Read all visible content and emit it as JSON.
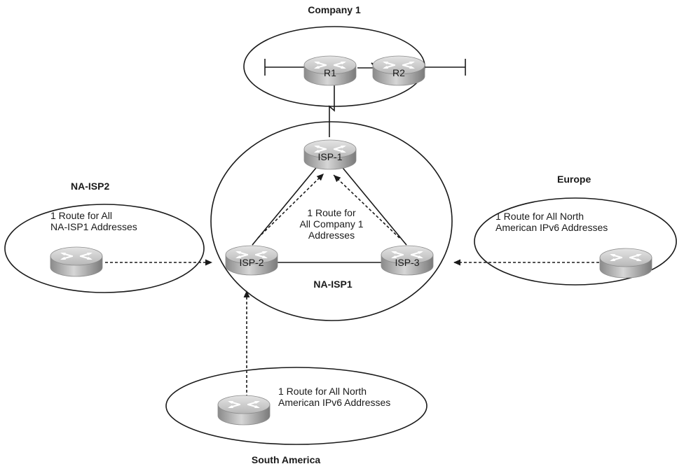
{
  "regions": {
    "company1": "Company 1",
    "na_isp2": "NA-ISP2",
    "europe": "Europe",
    "na_isp1": "NA-ISP1",
    "south_america": "South America"
  },
  "routers": {
    "r1": "R1",
    "r2": "R2",
    "isp1": "ISP-1",
    "isp2": "ISP-2",
    "isp3": "ISP-3"
  },
  "notes": {
    "na_isp2_line1": "1 Route for All",
    "na_isp2_line2": "NA-ISP1 Addresses",
    "center_line1": "1 Route for",
    "center_line2": "All Company 1",
    "center_line3": "Addresses",
    "europe_line1": "1 Route for All North",
    "europe_line2": "American IPv6 Addresses",
    "sa_line1": "1 Route for All North",
    "sa_line2": "American IPv6 Addresses"
  }
}
